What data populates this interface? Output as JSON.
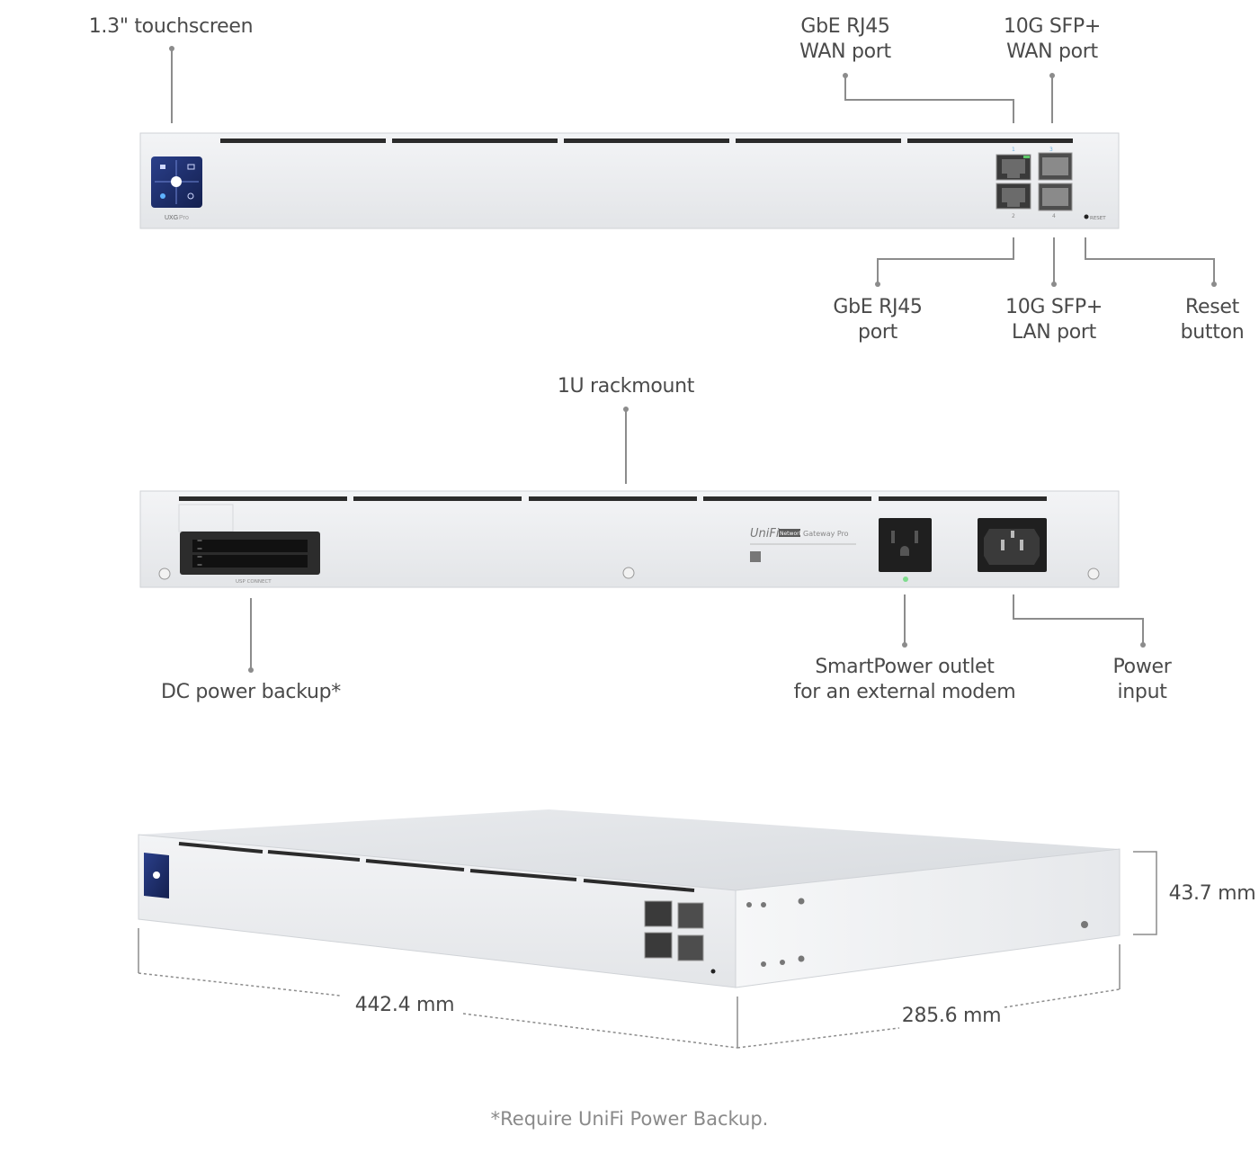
{
  "front_view": {
    "touchscreen": "1.3\" touchscreen",
    "wan_rj45": [
      "GbE RJ45",
      "WAN port"
    ],
    "wan_sfp": [
      "10G SFP+",
      "WAN port"
    ],
    "lan_rj45": [
      "GbE RJ45",
      "port"
    ],
    "lan_sfp": [
      "10G SFP+",
      "LAN port"
    ],
    "reset": [
      "Reset",
      "button"
    ],
    "device_label": "UXG",
    "device_label_suffix": "Pro",
    "reset_print": "RESET",
    "port_numbers": [
      "1",
      "2",
      "3",
      "4"
    ]
  },
  "rear_view": {
    "rackmount": "1U rackmount",
    "dc_backup": "DC power backup*",
    "smartpower": [
      "SmartPower outlet",
      "for an external modem"
    ],
    "power_input": [
      "Power",
      "input"
    ],
    "brand": "UniFi",
    "brand_tag": "Network",
    "model": "Gateway Pro",
    "usp_label": "USP CONNECT"
  },
  "dimensions": {
    "width": "442.4 mm",
    "depth": "285.6 mm",
    "height": "43.7 mm"
  },
  "footnote": "*Require UniFi Power Backup.",
  "colors": {
    "chassis": "#eceef0",
    "leader": "#8c8c8c",
    "text": "#4a4a4a",
    "screen": "#1e2f6e"
  }
}
